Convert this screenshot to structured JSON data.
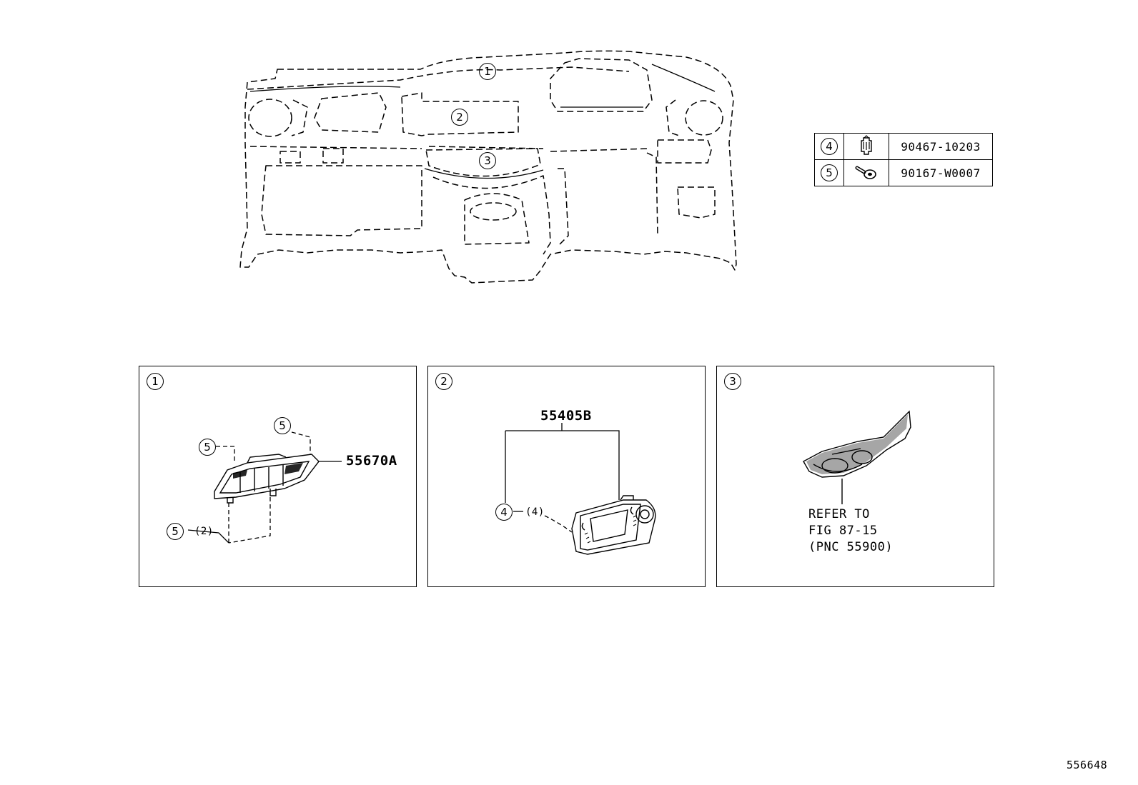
{
  "overview": {
    "callouts": [
      "1",
      "2",
      "3"
    ]
  },
  "parts_table": {
    "rows": [
      {
        "ref": "4",
        "icon": "clip-icon",
        "part_number": "90467-10203"
      },
      {
        "ref": "5",
        "icon": "screw-icon",
        "part_number": "90167-W0007"
      }
    ]
  },
  "panels": [
    {
      "ref": "1",
      "labels": {
        "part": "55670A",
        "screw_a": "5",
        "screw_b": "5",
        "screw_c": "5",
        "screw_c_qty": "(2)"
      }
    },
    {
      "ref": "2",
      "labels": {
        "part": "55405B",
        "clip": "4",
        "clip_qty": "(4)"
      }
    },
    {
      "ref": "3",
      "labels": {
        "refer_line1": "REFER TO",
        "refer_line2": "FIG 87-15",
        "refer_line3": "(PNC 55900)"
      }
    }
  ],
  "figure_id": "556648"
}
